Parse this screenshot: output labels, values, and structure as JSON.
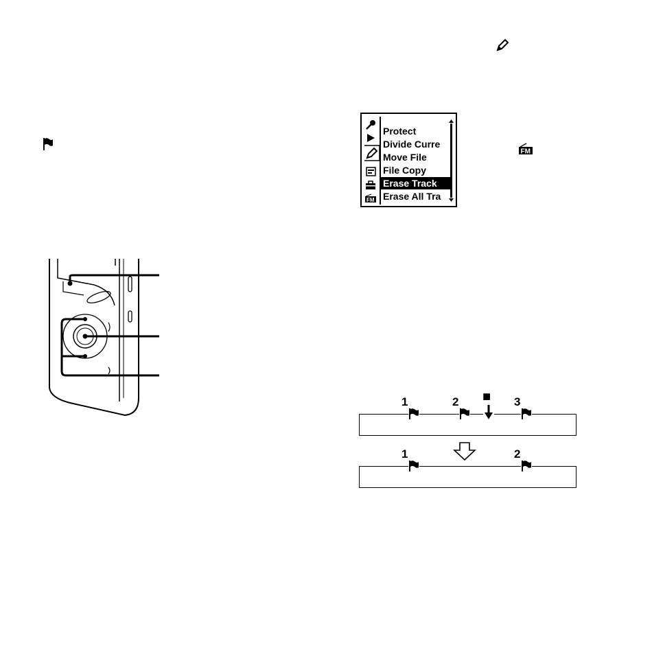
{
  "lcd_menu": {
    "items": [
      "Protect",
      "Divide Curre",
      "Move File",
      "File Copy",
      "Erase Track",
      "Erase All Tra"
    ],
    "selected_index": 4,
    "tab_icons": [
      "microphone-icon",
      "play-icon",
      "edit-pencil-icon",
      "file-list-icon",
      "toolbox-icon",
      "fm-radio-icon"
    ]
  },
  "track_diagram": {
    "before_marks": [
      "1",
      "2",
      "3"
    ],
    "after_marks": [
      "1",
      "2"
    ],
    "stop_symbol": "■"
  },
  "icons": {
    "edit_icon": "edit-pencil-icon",
    "fm_icon": "fm-radio-icon",
    "track_mark_icon": "flag-icon",
    "transition_arrow": "down-arrow-icon"
  }
}
